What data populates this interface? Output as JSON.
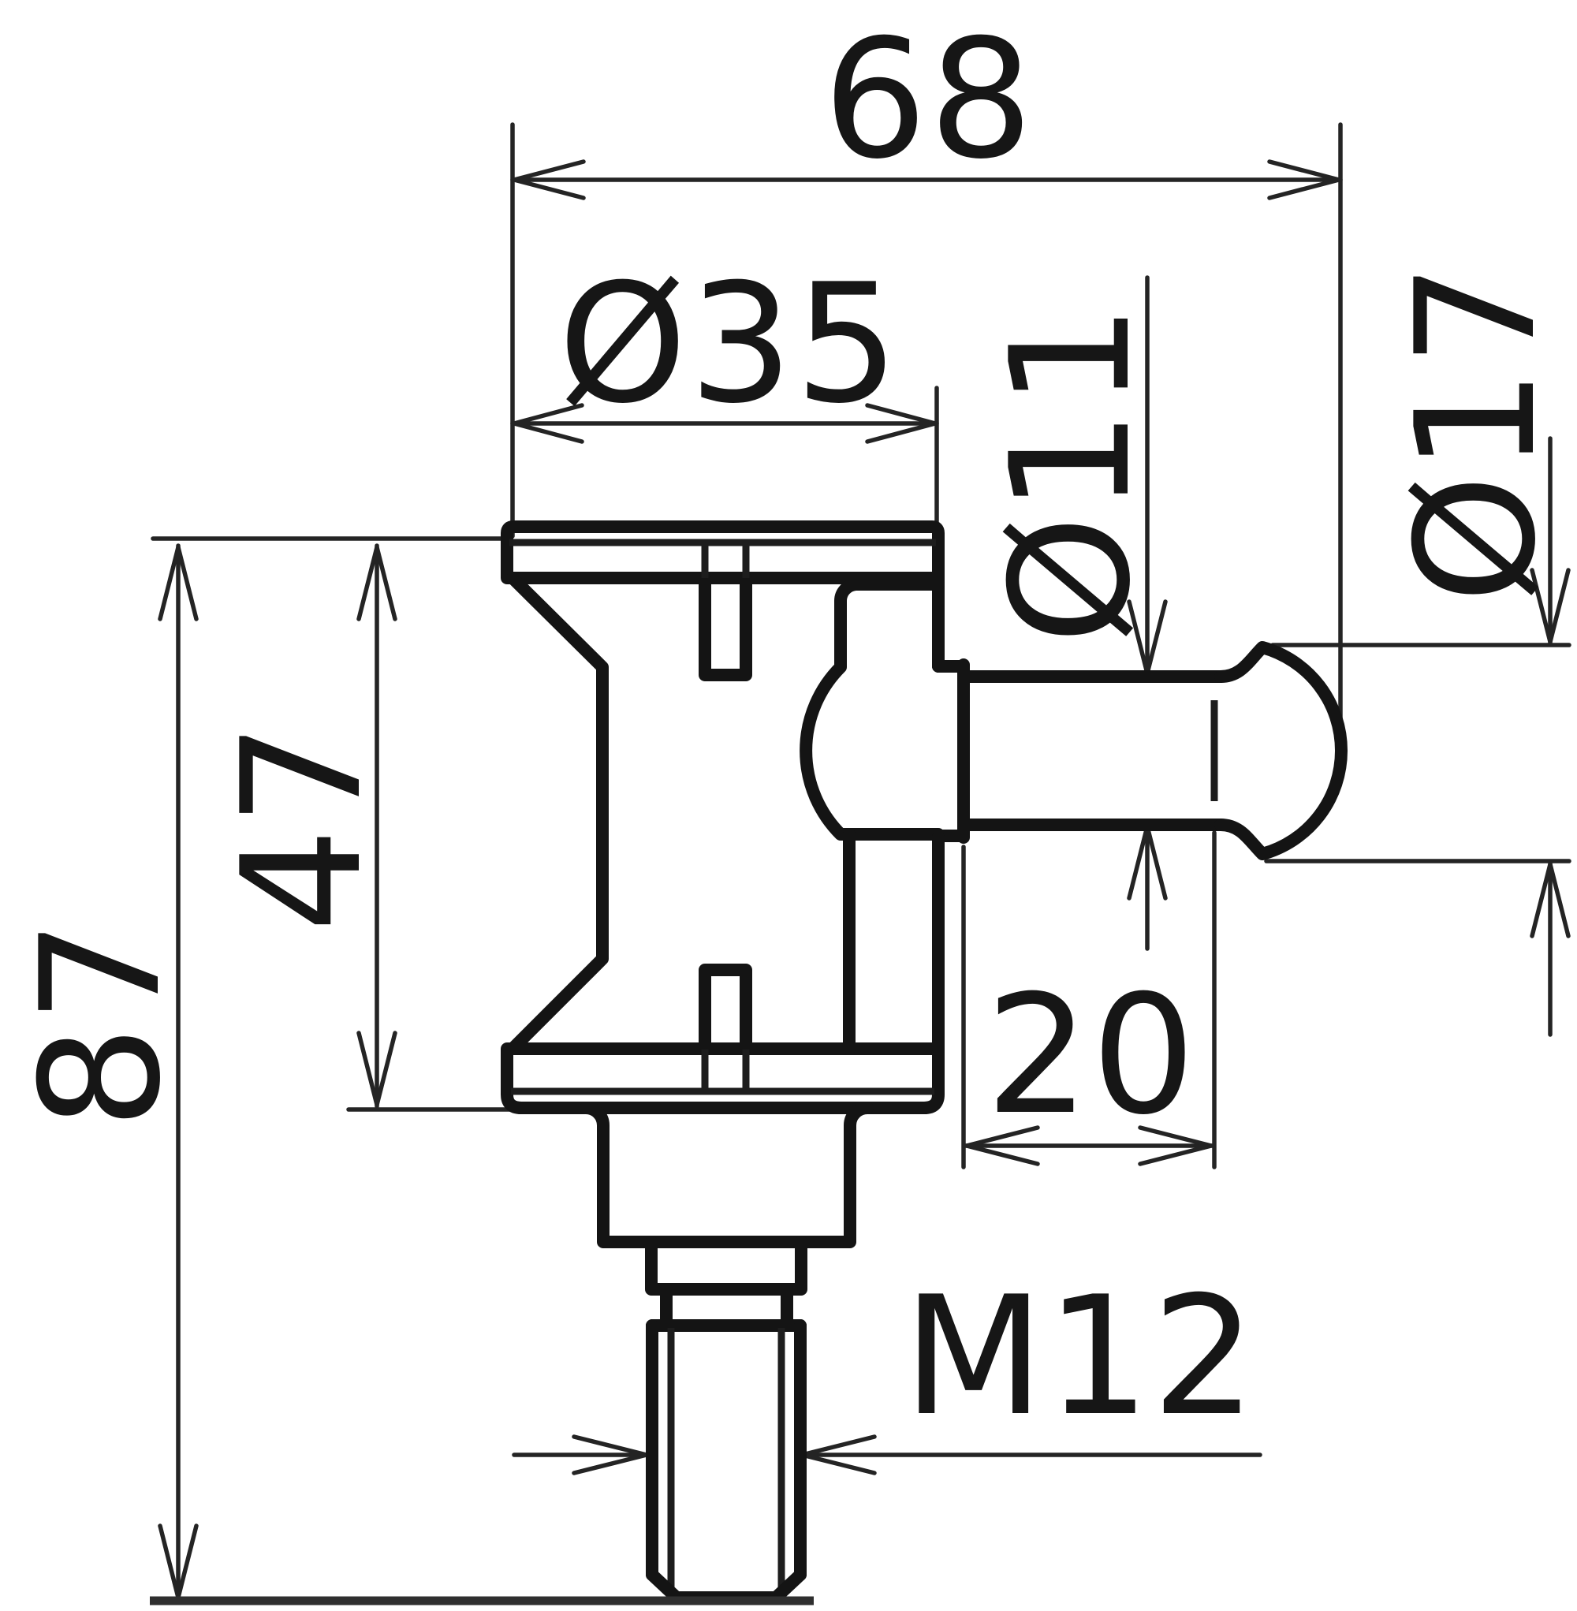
{
  "drawing": {
    "kind": "technical-dimension-drawing",
    "view": "side-view-with-dimensions",
    "background_color": "#ffffff",
    "line_color": "#141414",
    "dimension_line_color": "#242424",
    "text_color": "#161616"
  },
  "dims": {
    "d68": {
      "label": "68",
      "value": 68,
      "orientation": "horizontal"
    },
    "dia35": {
      "label": "Ø35",
      "value": 35,
      "orientation": "horizontal"
    },
    "dia11": {
      "label": "Ø11",
      "value": 11,
      "orientation": "vertical-rotated"
    },
    "dia17": {
      "label": "Ø17",
      "value": 17,
      "orientation": "vertical-rotated"
    },
    "d47": {
      "label": "47",
      "value": 47,
      "orientation": "vertical-rotated"
    },
    "d87": {
      "label": "87",
      "value": 87,
      "orientation": "vertical-rotated"
    },
    "d20": {
      "label": "20",
      "value": 20,
      "orientation": "horizontal"
    },
    "m12": {
      "label": "M12",
      "value": 12,
      "orientation": "horizontal"
    }
  }
}
